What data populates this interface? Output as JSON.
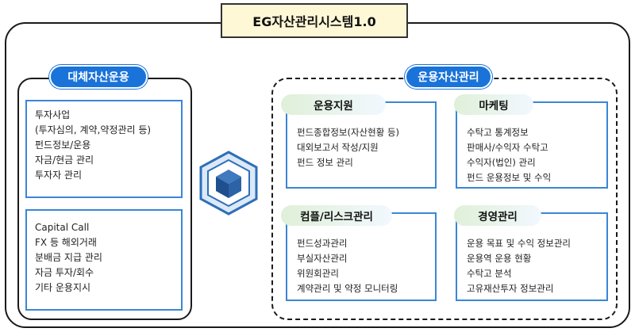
{
  "system_title": "EG자산관리시스템1.0",
  "alt_panel": {
    "title": "대체자산운용",
    "box1_lines": [
      "투자사업",
      "(투자심의, 계약,약정관리 등)",
      "펀드정보/운용",
      "자금/현금 관리",
      "투자자 관리"
    ],
    "box2_lines": [
      "Capital Call",
      "FX 등 해외거래",
      "분배금 지급 관리",
      "자금 투자/회수",
      "기타 운용지시"
    ]
  },
  "ops_panel": {
    "title": "운용자산관리",
    "sections": [
      {
        "title": "운용지원",
        "lines": [
          "펀드종합정보(자산현황 등)",
          "대외보고서 작성/지원",
          "펀드 정보 관리"
        ]
      },
      {
        "title": "마케팅",
        "lines": [
          "수탁고 통계정보",
          "판매사/수익자 수탁고",
          "수익자(법인) 관리",
          "펀드 운용정보 및 수익"
        ]
      },
      {
        "title": "컴플/리스크관리",
        "lines": [
          "펀드성과관리",
          "부실자산관리",
          "위원회관리",
          "계약관리 및 약정 모니터링"
        ]
      },
      {
        "title": "경영관리",
        "lines": [
          "운용 목표 및 수익 정보관리",
          "운용역 운용 현황",
          "수탁고 분석",
          "고유재산투자 정보관리"
        ]
      }
    ]
  },
  "center_icon": "cube-icon",
  "colors": {
    "accent_blue": "#1a73d9",
    "box_border": "#3a86d6",
    "title_bg": "#fff8d6",
    "tab_green": "#dff0d8"
  }
}
